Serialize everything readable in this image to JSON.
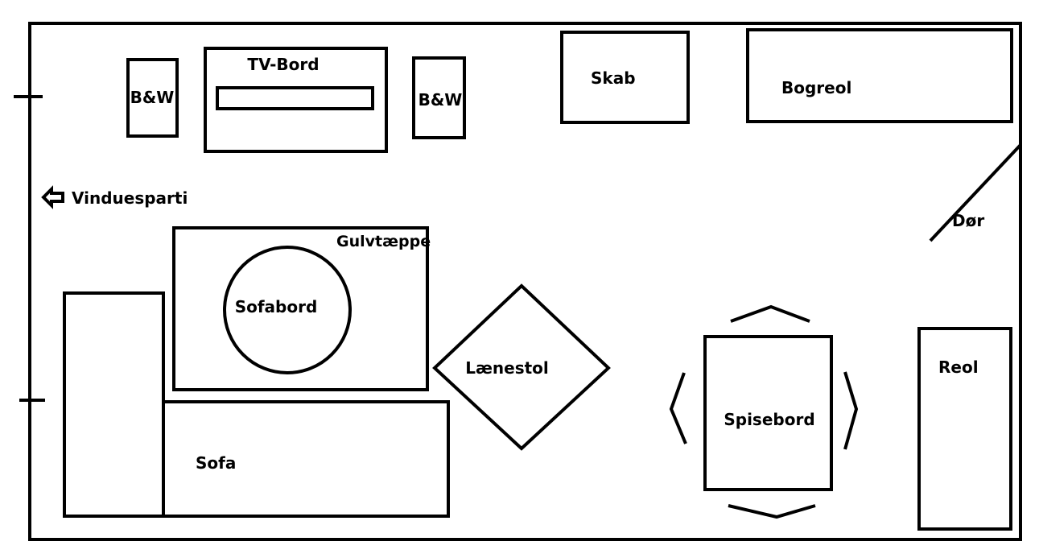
{
  "floorplan": {
    "labels": {
      "speaker_left": "B&W",
      "tv_bench": "TV-Bord",
      "speaker_right": "B&W",
      "cabinet": "Skab",
      "bookcase": "Bogreol",
      "window_section": "Vinduesparti",
      "door": "Dør",
      "rug": "Gulvtæppe",
      "coffee_table": "Sofabord",
      "armchair": "Lænestol",
      "dining_table": "Spisebord",
      "shelf": "Reol",
      "sofa": "Sofa"
    },
    "icons": {
      "window_arrow": "arrow-left-icon"
    },
    "colors": {
      "line": "#000000",
      "background": "#ffffff"
    }
  }
}
